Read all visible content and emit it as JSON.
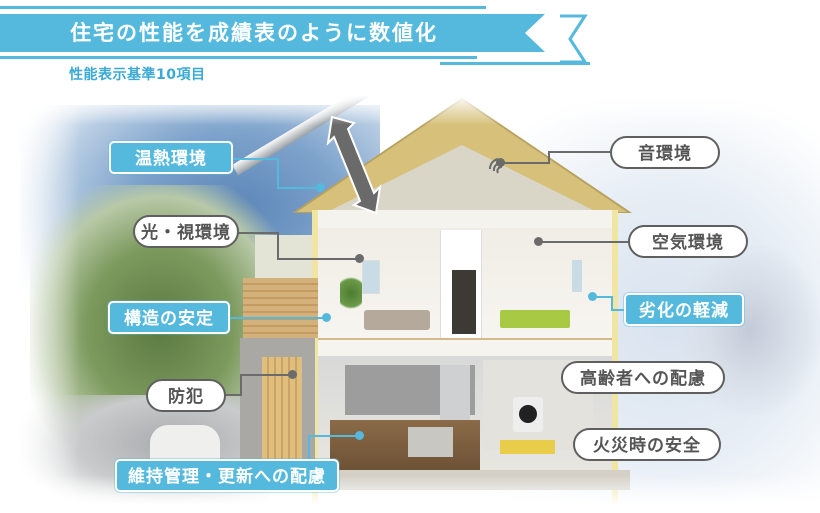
{
  "header": {
    "title": "住宅の性能を成績表のように数値化",
    "subtitle": "性能表示基準10項目",
    "accent_color": "#54b9dd"
  },
  "diagram": {
    "description": "House cross-section illustration with 10 housing performance criteria callouts",
    "labels": [
      {
        "id": "thermal",
        "text": "温熱環境",
        "style": "blue",
        "target": "roof-insulation"
      },
      {
        "id": "light",
        "text": "光・視環境",
        "style": "white",
        "target": "upper-window"
      },
      {
        "id": "structure",
        "text": "構造の安定",
        "style": "blue",
        "target": "wall-frame"
      },
      {
        "id": "crime",
        "text": "防犯",
        "style": "white",
        "target": "front-door"
      },
      {
        "id": "maintenance",
        "text": "維持管理・更新への配慮",
        "style": "blue",
        "target": "ground-floor"
      },
      {
        "id": "sound",
        "text": "音環境",
        "style": "white",
        "target": "attic"
      },
      {
        "id": "air",
        "text": "空気環境",
        "style": "white",
        "target": "upper-room"
      },
      {
        "id": "deterioration",
        "text": "劣化の軽減",
        "style": "blue",
        "target": "upper-room-corner"
      },
      {
        "id": "elderly",
        "text": "高齢者への配慮",
        "style": "white",
        "target": "ground-floor-right"
      },
      {
        "id": "fire",
        "text": "火災時の安全",
        "style": "white",
        "target": "washroom"
      }
    ],
    "icons": [
      "ventilation-arrow-icon",
      "sound-wave-icon"
    ]
  }
}
